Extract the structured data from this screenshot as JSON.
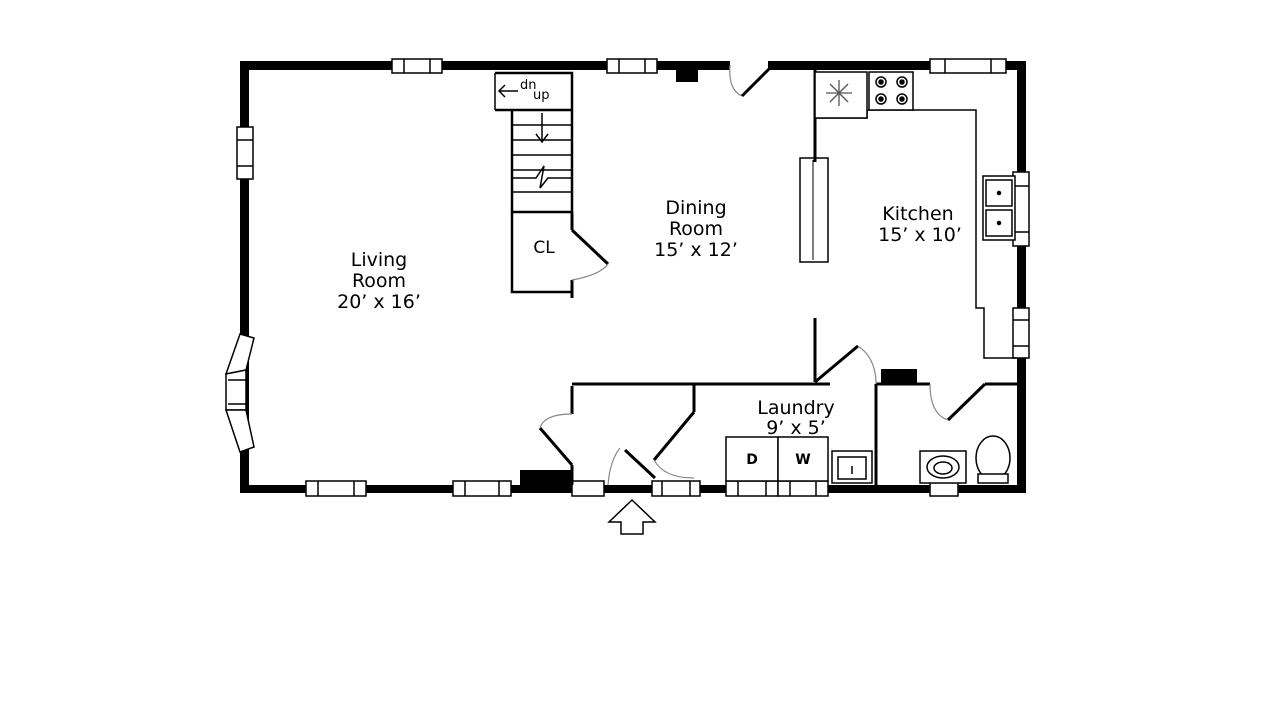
{
  "rooms": {
    "living": {
      "name_line1": "Living",
      "name_line2": "Room",
      "dims": "20’ x 16’"
    },
    "dining": {
      "name_line1": "Dining",
      "name_line2": "Room",
      "dims": "15’ x 12’"
    },
    "kitchen": {
      "name": "Kitchen",
      "dims": "15’ x 10’"
    },
    "laundry": {
      "name": "Laundry",
      "dims": "9’ x 5’"
    },
    "closet": {
      "name": "CL"
    }
  },
  "stairs": {
    "down_label": "dn",
    "up_label": "up"
  },
  "appliances": {
    "dryer_label": "D",
    "washer_label": "W"
  },
  "icons": [
    "stairs-arrow-icon",
    "snowflake-icon",
    "stove-burner-icon",
    "entry-arrow-icon",
    "toilet-icon",
    "sink-icon"
  ]
}
